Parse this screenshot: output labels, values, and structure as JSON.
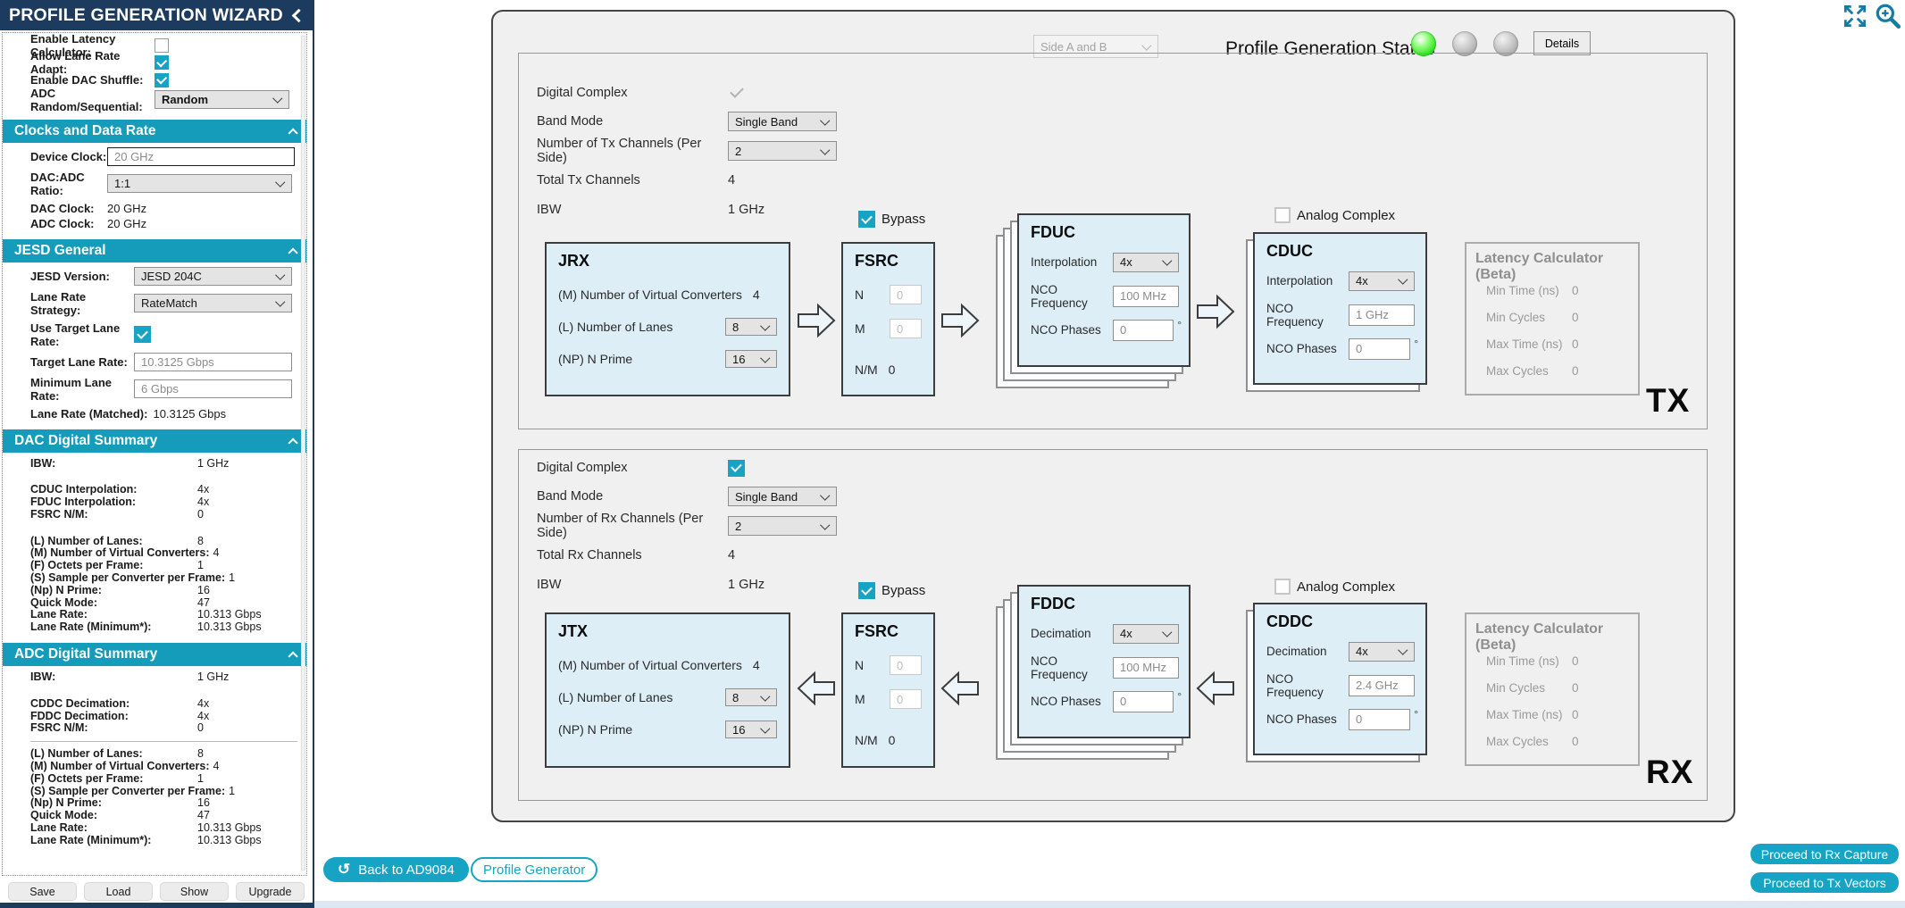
{
  "sidebar": {
    "title": "PROFILE GENERATION WIZARD",
    "options": [
      {
        "label": "Enable Latency Calculator:"
      },
      {
        "label": "Allow Lane Rate Adapt:"
      },
      {
        "label": "Enable DAC Shuffle:"
      }
    ],
    "adc_mode_label": "ADC Random/Sequential:",
    "adc_mode_value": "Random",
    "clocks": {
      "header": "Clocks and Data Rate",
      "device_clock_label": "Device Clock:",
      "device_clock_value": "20 GHz",
      "ratio_label": "DAC:ADC Ratio:",
      "ratio_value": "1:1",
      "dac_clock_label": "DAC Clock:",
      "dac_clock_value": "20 GHz",
      "adc_clock_label": "ADC Clock:",
      "adc_clock_value": "20 GHz"
    },
    "jesd": {
      "header": "JESD General",
      "version_label": "JESD Version:",
      "version_value": "JESD 204C",
      "strategy_label": "Lane Rate Strategy:",
      "strategy_value": "RateMatch",
      "use_target_label": "Use Target Lane Rate:",
      "target_label": "Target Lane Rate:",
      "target_value": "10.3125 Gbps",
      "min_label": "Minimum Lane Rate:",
      "min_value": "6 Gbps",
      "matched_label": "Lane Rate (Matched):",
      "matched_value": "10.3125 Gbps"
    },
    "dac_summary": {
      "header": "DAC Digital Summary",
      "group1": [
        {
          "label": "IBW:",
          "value": "1 GHz"
        }
      ],
      "group2": [
        {
          "label": "CDUC Interpolation:",
          "value": "4x"
        },
        {
          "label": "FDUC Interpolation:",
          "value": "4x"
        },
        {
          "label": "FSRC N/M:",
          "value": "0"
        }
      ],
      "group3": [
        {
          "label": "(L) Number of Lanes:",
          "value": "8"
        },
        {
          "label": "(M) Number of Virtual Converters:",
          "value": "4"
        },
        {
          "label": "(F) Octets per Frame:",
          "value": "1"
        },
        {
          "label": "(S) Sample per Converter per Frame:",
          "value": "1"
        },
        {
          "label": "(Np) N Prime:",
          "value": "16"
        },
        {
          "label": "Quick Mode:",
          "value": "47"
        },
        {
          "label": "Lane Rate:",
          "value": "10.313 Gbps"
        },
        {
          "label": "Lane Rate (Minimum*):",
          "value": "10.313 Gbps"
        }
      ]
    },
    "adc_summary": {
      "header": "ADC Digital Summary",
      "group1": [
        {
          "label": "IBW:",
          "value": "1 GHz"
        }
      ],
      "group2": [
        {
          "label": "CDDC Decimation:",
          "value": "4x"
        },
        {
          "label": "FDDC Decimation:",
          "value": "4x"
        },
        {
          "label": "FSRC N/M:",
          "value": "0"
        }
      ],
      "group3": [
        {
          "label": "(L) Number of Lanes:",
          "value": "8"
        },
        {
          "label": "(M) Number of Virtual Converters:",
          "value": "4"
        },
        {
          "label": "(F) Octets per Frame:",
          "value": "1"
        },
        {
          "label": "(S) Sample per Converter per Frame:",
          "value": "1"
        },
        {
          "label": "(Np) N Prime:",
          "value": "16"
        },
        {
          "label": "Quick Mode:",
          "value": "47"
        },
        {
          "label": "Lane Rate:",
          "value": "10.313 Gbps"
        },
        {
          "label": "Lane Rate (Minimum*):",
          "value": "10.313 Gbps"
        }
      ]
    },
    "buttons": [
      "Save",
      "Load",
      "Show",
      "Upgrade"
    ]
  },
  "main": {
    "side_select_value": "Side A and B",
    "status_label": "Profile Generation Status",
    "details_label": "Details",
    "tx": {
      "digital_complex_label": "Digital Complex",
      "band_mode_label": "Band Mode",
      "band_mode_value": "Single Band",
      "channels_label": "Number of Tx Channels (Per Side)",
      "channels_value": "2",
      "total_label": "Total Tx Channels",
      "total_value": "4",
      "ibw_label": "IBW",
      "ibw_value": "1 GHz",
      "bypass_label": "Bypass",
      "jesd_box": {
        "title": "JRX",
        "m_label": "(M) Number of Virtual Converters",
        "m_value": "4",
        "l_label": "(L) Number of Lanes",
        "l_value": "8",
        "np_label": "(NP) N Prime",
        "np_value": "16"
      },
      "fsrc": {
        "title": "FSRC",
        "n_label": "N",
        "n_value": "0",
        "m_label": "M",
        "m_value": "0",
        "nm_label": "N/M",
        "nm_value": "0"
      },
      "fine_box": {
        "title": "FDUC",
        "rate_label": "Interpolation",
        "rate_value": "4x",
        "freq_label": "NCO Frequency",
        "freq_value": "100 MHz",
        "phase_label": "NCO Phases",
        "phase_value": "0",
        "phase_unit": "°"
      },
      "analog_complex_label": "Analog Complex",
      "coarse_box": {
        "title": "CDUC",
        "rate_label": "Interpolation",
        "rate_value": "4x",
        "freq_label": "NCO Frequency",
        "freq_value": "1 GHz",
        "phase_label": "NCO Phases",
        "phase_value": "0",
        "phase_unit": "°"
      },
      "latency": {
        "title": "Latency Calculator (Beta)",
        "rows": [
          {
            "label": "Min Time (ns)",
            "value": "0"
          },
          {
            "label": "Min Cycles",
            "value": "0"
          },
          {
            "label": "Max Time (ns)",
            "value": "0"
          },
          {
            "label": "Max Cycles",
            "value": "0"
          }
        ]
      },
      "section_label": "TX"
    },
    "rx": {
      "digital_complex_label": "Digital Complex",
      "band_mode_label": "Band Mode",
      "band_mode_value": "Single Band",
      "channels_label": "Number of Rx Channels (Per Side)",
      "channels_value": "2",
      "total_label": "Total Rx Channels",
      "total_value": "4",
      "ibw_label": "IBW",
      "ibw_value": "1 GHz",
      "bypass_label": "Bypass",
      "jesd_box": {
        "title": "JTX",
        "m_label": "(M) Number of Virtual Converters",
        "m_value": "4",
        "l_label": "(L) Number of Lanes",
        "l_value": "8",
        "np_label": "(NP) N Prime",
        "np_value": "16"
      },
      "fsrc": {
        "title": "FSRC",
        "n_label": "N",
        "n_value": "0",
        "m_label": "M",
        "m_value": "0",
        "nm_label": "N/M",
        "nm_value": "0"
      },
      "fine_box": {
        "title": "FDDC",
        "rate_label": "Decimation",
        "rate_value": "4x",
        "freq_label": "NCO Frequency",
        "freq_value": "100 MHz",
        "phase_label": "NCO Phases",
        "phase_value": "0",
        "phase_unit": "°"
      },
      "analog_complex_label": "Analog Complex",
      "coarse_box": {
        "title": "CDDC",
        "rate_label": "Decimation",
        "rate_value": "4x",
        "freq_label": "NCO Frequency",
        "freq_value": "2.4 GHz",
        "phase_label": "NCO Phases",
        "phase_value": "0",
        "phase_unit": "°"
      },
      "latency": {
        "title": "Latency Calculator (Beta)",
        "rows": [
          {
            "label": "Min Time (ns)",
            "value": "0"
          },
          {
            "label": "Min Cycles",
            "value": "0"
          },
          {
            "label": "Max Time (ns)",
            "value": "0"
          },
          {
            "label": "Max Cycles",
            "value": "0"
          }
        ]
      },
      "section_label": "RX"
    },
    "back_button_label": "Back to AD9084",
    "profile_button_label": "Profile Generator",
    "proceed_buttons": [
      "Proceed to Rx Capture",
      "Proceed to Tx Vectors"
    ],
    "accent_color": "#17a4c4",
    "status_green": "#2ee31e"
  }
}
